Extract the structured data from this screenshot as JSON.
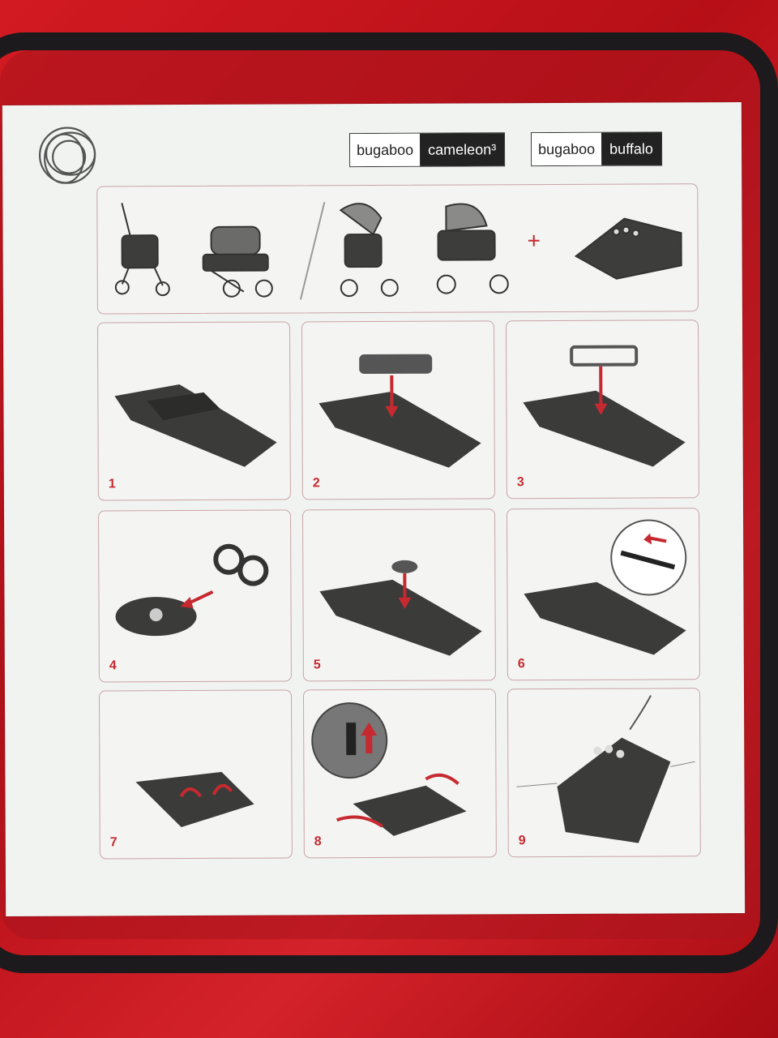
{
  "brands": [
    {
      "name": "bugaboo",
      "model": "cameleon³"
    },
    {
      "name": "bugaboo",
      "model": "buffalo"
    }
  ],
  "header_panel": {
    "plus_sign": "+"
  },
  "steps": [
    "1",
    "2",
    "3",
    "4",
    "5",
    "6",
    "7",
    "8",
    "9"
  ],
  "colors": {
    "accent": "#c62a30",
    "dark": "#3a3a38",
    "bag": "#c8141c"
  }
}
